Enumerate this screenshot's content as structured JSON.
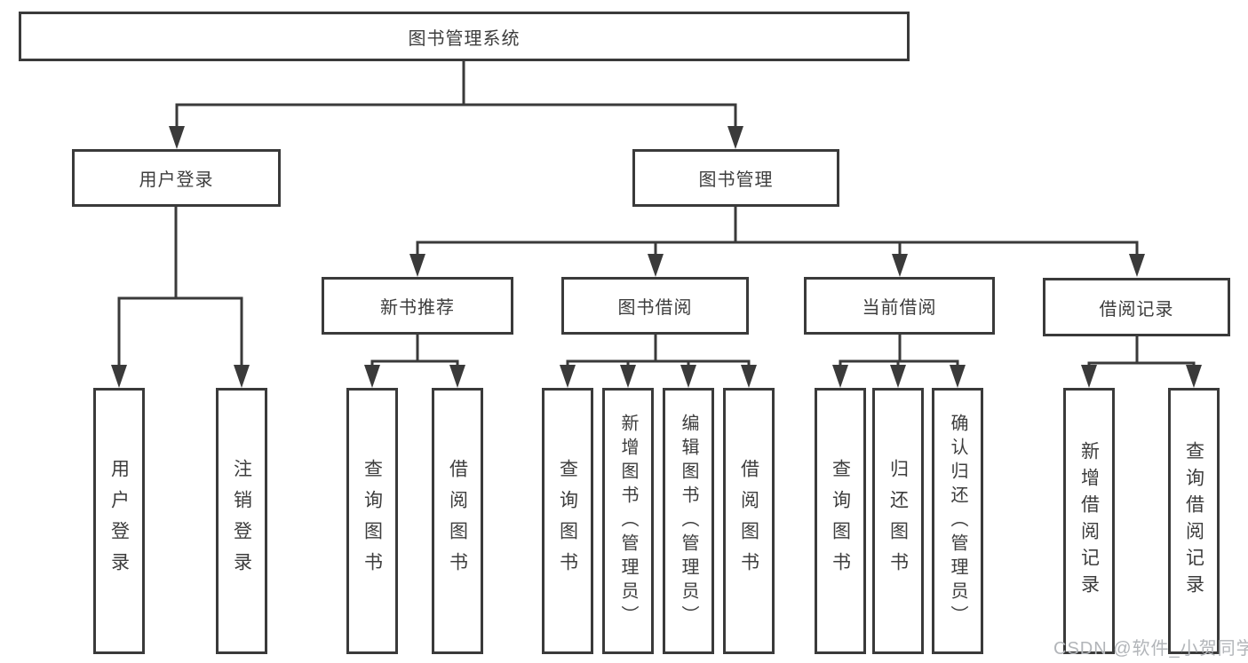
{
  "diagram": {
    "type": "hierarchy-tree",
    "watermark": "CSDN @软件_小贺同学",
    "colors": {
      "background": "#ffffff",
      "line": "#3a3a3a",
      "box_border": "#3a3a3a",
      "box_fill": "#ffffff",
      "text": "#3d3d3d",
      "watermark": "#b2b5b9"
    },
    "nodes": {
      "root": "图书管理系统",
      "user_login": "用户登录",
      "book_management": "图书管理",
      "new_book_recommend": "新书推荐",
      "book_borrowing": "图书借阅",
      "current_borrowing": "当前借阅",
      "borrowing_records": "借阅记录",
      "user_login_leaf": "用户登录",
      "logout_leaf": "注销登录",
      "nbr_query_books": "查询图书",
      "nbr_borrow_books": "借阅图书",
      "bb_query_books": "查询图书",
      "bb_add_books_admin": "新增图书（管理员）",
      "bb_edit_books_admin": "编辑图书（管理员）",
      "bb_borrow_books": "借阅图书",
      "cb_query_books": "查询图书",
      "cb_return_books": "归还图书",
      "cb_confirm_return_admin": "确认归还（管理员）",
      "br_add_record": "新增借阅记录",
      "br_query_record": "查询借阅记录"
    },
    "edges": {
      "root": [
        "user_login",
        "book_management"
      ],
      "user_login": [
        "user_login_leaf",
        "logout_leaf"
      ],
      "book_management": [
        "new_book_recommend",
        "book_borrowing",
        "current_borrowing",
        "borrowing_records"
      ],
      "new_book_recommend": [
        "nbr_query_books",
        "nbr_borrow_books"
      ],
      "book_borrowing": [
        "bb_query_books",
        "bb_add_books_admin",
        "bb_edit_books_admin",
        "bb_borrow_books"
      ],
      "current_borrowing": [
        "cb_query_books",
        "cb_return_books",
        "cb_confirm_return_admin"
      ],
      "borrowing_records": [
        "br_add_record",
        "br_query_record"
      ]
    }
  }
}
